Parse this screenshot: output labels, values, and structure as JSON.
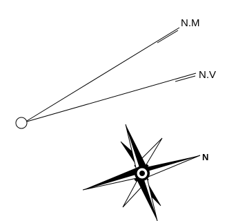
{
  "labels": {
    "magnetic_north": "N.M",
    "true_north": "N.V",
    "compass_north": "N"
  },
  "colors": {
    "ink": "#000000",
    "paper": "#ffffff"
  }
}
